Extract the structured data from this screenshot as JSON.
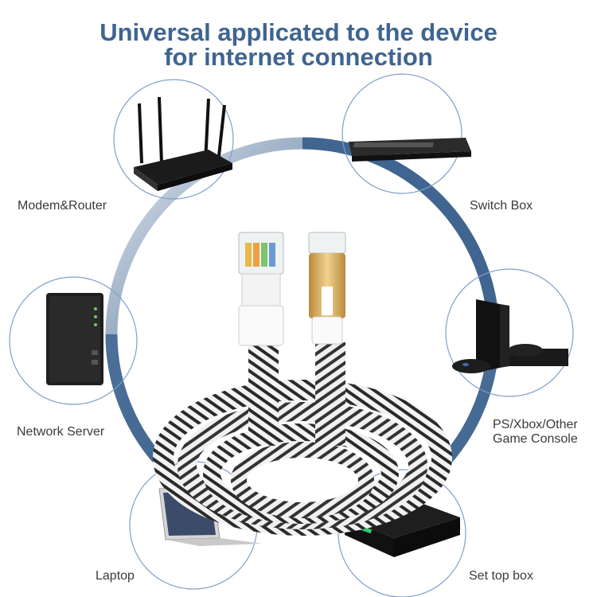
{
  "title": {
    "line1": "Universal applicated to the device",
    "line2": "for internet connection"
  },
  "devices": {
    "router": {
      "label": "Modem&Router",
      "icon": "router-icon"
    },
    "switch": {
      "label": "Switch Box",
      "icon": "switch-box-icon"
    },
    "server": {
      "label": "Network Server",
      "icon": "network-server-icon"
    },
    "console": {
      "label_line1": "PS/Xbox/Other",
      "label_line2": "Game Console",
      "icon": "game-console-icon"
    },
    "laptop": {
      "label": "Laptop",
      "icon": "laptop-icon"
    },
    "settop": {
      "label": "Set top box",
      "icon": "set-top-box-icon"
    }
  },
  "colors": {
    "ring": "#3f6590",
    "title": "#3f6590",
    "label": "#3a3a3a",
    "cable_dark": "#2a2a2a",
    "cable_light": "#f2f2f2",
    "connector_gold": "#d9b265"
  }
}
